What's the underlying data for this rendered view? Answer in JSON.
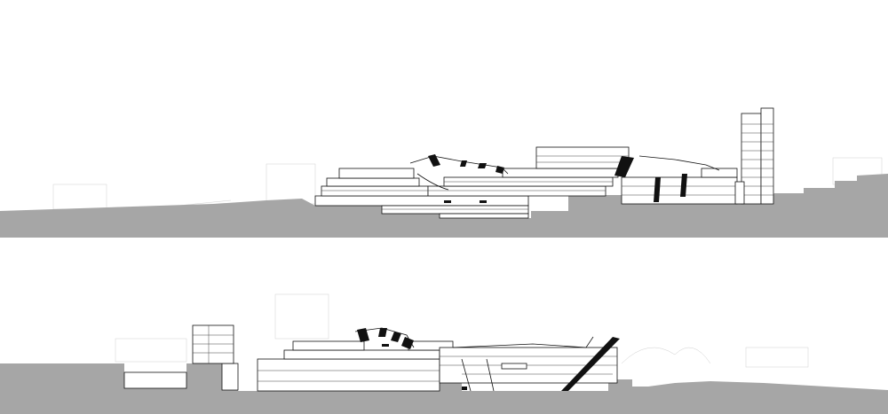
{
  "drawing": {
    "type": "architectural-section",
    "colors": {
      "background": "#ffffff",
      "ground": "#a6a6a6",
      "ink": "#111111",
      "ghost": "#cfcfcf"
    },
    "sections": [
      {
        "id": "upper-section",
        "label": ""
      },
      {
        "id": "lower-section",
        "label": ""
      }
    ]
  }
}
